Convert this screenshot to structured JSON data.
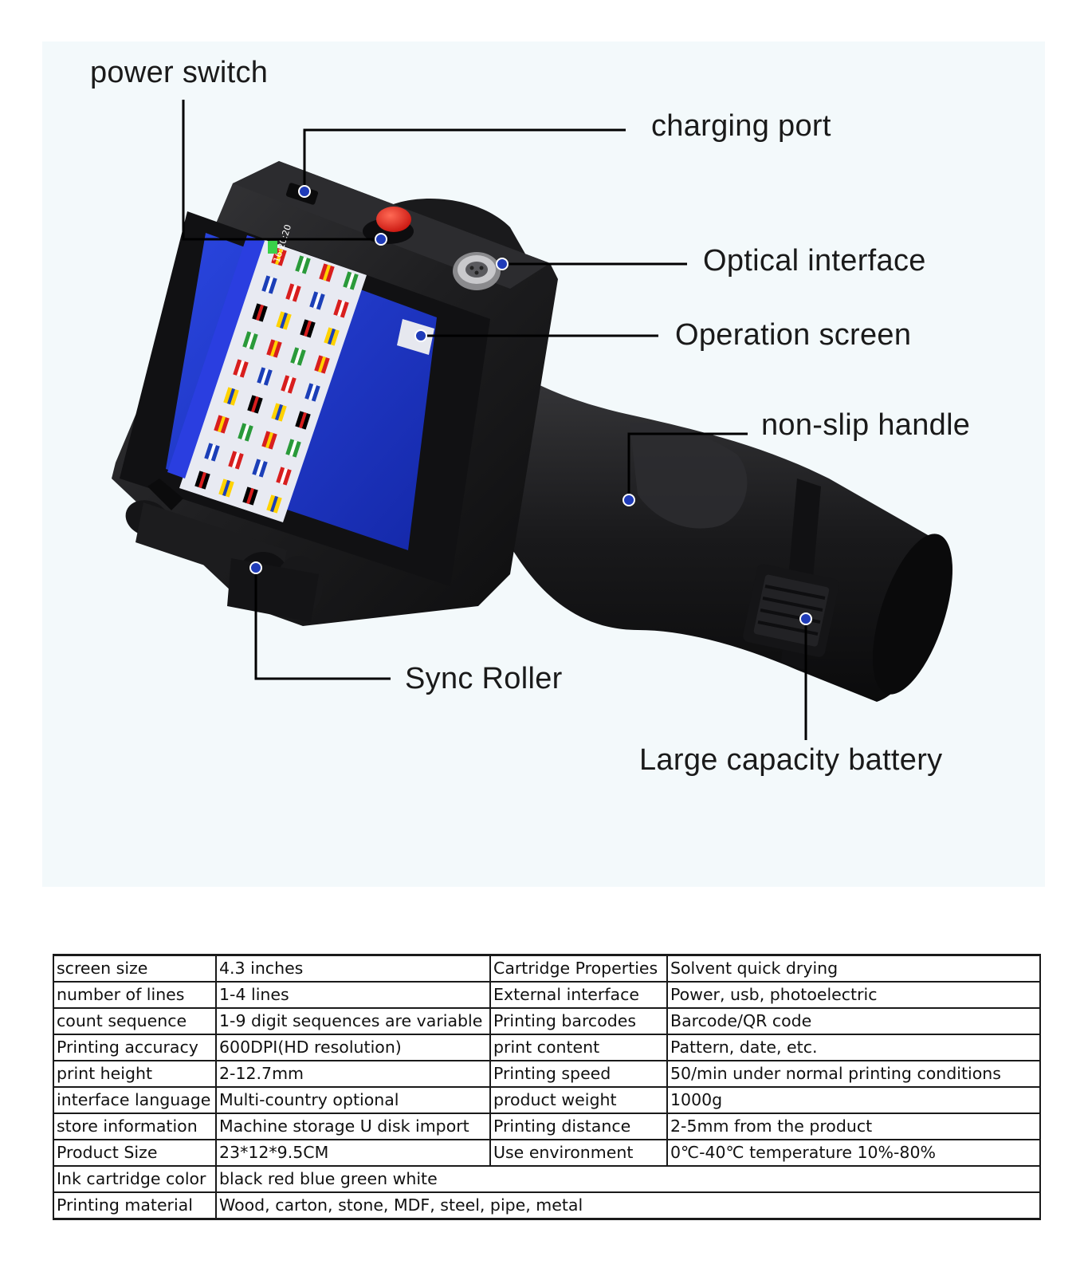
{
  "callouts": {
    "power_switch": "power switch",
    "charging_port": "charging port",
    "optical_interface": "Optical interface",
    "operation_screen": "Operation screen",
    "non_slip_handle": "non-slip handle",
    "sync_roller": "Sync Roller",
    "battery": "Large capacity battery"
  },
  "screen": {
    "clock": "16:20:20"
  },
  "specs": {
    "rows": [
      [
        "screen size",
        "4.3 inches",
        "Cartridge Properties",
        "Solvent quick drying"
      ],
      [
        "number of lines",
        "1-4 lines",
        "External interface",
        "Power, usb, photoelectric"
      ],
      [
        "count sequence",
        "1-9 digit sequences are variable",
        "Printing barcodes",
        "Barcode/QR code"
      ],
      [
        "Printing accuracy",
        "600DPI(HD resolution)",
        "print content",
        "Pattern, date, etc."
      ],
      [
        "print height",
        "2-12.7mm",
        "Printing speed",
        "50/min under normal printing conditions"
      ],
      [
        "interface language",
        "Multi-country optional",
        "product weight",
        "1000g"
      ],
      [
        "store information",
        "Machine storage U disk import",
        "Printing distance",
        "2-5mm from the product"
      ],
      [
        "Product Size",
        "23*12*9.5CM",
        "Use environment",
        "0℃-40℃ temperature 10%-80%"
      ]
    ],
    "wide_rows": [
      [
        "Ink cartridge color",
        "black red blue green white"
      ],
      [
        "Printing material",
        "Wood, carton, stone, MDF, steel, pipe, metal"
      ]
    ]
  },
  "colors": {
    "panel_bg": "#f3f9fb",
    "device_body": "#1d1d1f",
    "screen_blue": "#1f39c8",
    "marker_blue": "#1f3bb8",
    "button_red": "#e0271e"
  },
  "icons": [
    "power-button-icon",
    "flag-icon",
    "battery-status-icon"
  ]
}
